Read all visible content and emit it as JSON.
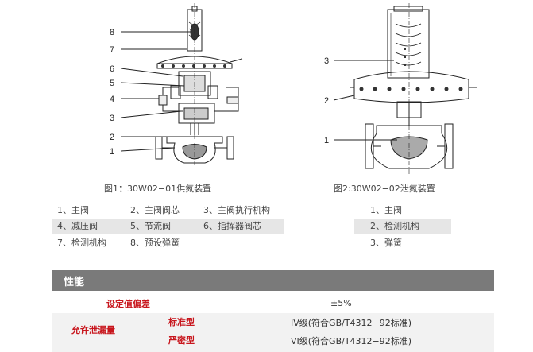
{
  "figure1": {
    "caption": "图1：30W02−01供氮装置",
    "callouts": [
      "8",
      "7",
      "6",
      "5",
      "4",
      "3",
      "2",
      "1"
    ]
  },
  "figure2": {
    "caption": "图2:30W02−02泄氮装置",
    "callouts": [
      "3",
      "2",
      "1"
    ]
  },
  "legend1": {
    "rows": [
      [
        "1、主阀",
        "2、主阀阀芯",
        "3、主阀执行机构"
      ],
      [
        "4、减压阀",
        "5、节流阀",
        "6、指挥器阀芯"
      ],
      [
        "7、检测机构",
        "8、预设弹簧",
        ""
      ]
    ]
  },
  "legend2": {
    "rows": [
      "1、主阀",
      "2、检测机构",
      "3、弹簧"
    ]
  },
  "performance": {
    "title": "性能",
    "setpoint_label": "设定值偏差",
    "setpoint_value": "±5%",
    "leakage_label": "允许泄漏量",
    "standard_label": "标准型",
    "standard_value": "IV级(符合GB/T4312−92标准)",
    "strict_label": "严密型",
    "strict_value": "VI级(符合GB/T4312−92标准)"
  },
  "colors": {
    "header_bg": "#7a7a7a",
    "accent_red": "#c8161d",
    "shade": "#e6e6e6",
    "row_alt": "#f2f2f2"
  }
}
